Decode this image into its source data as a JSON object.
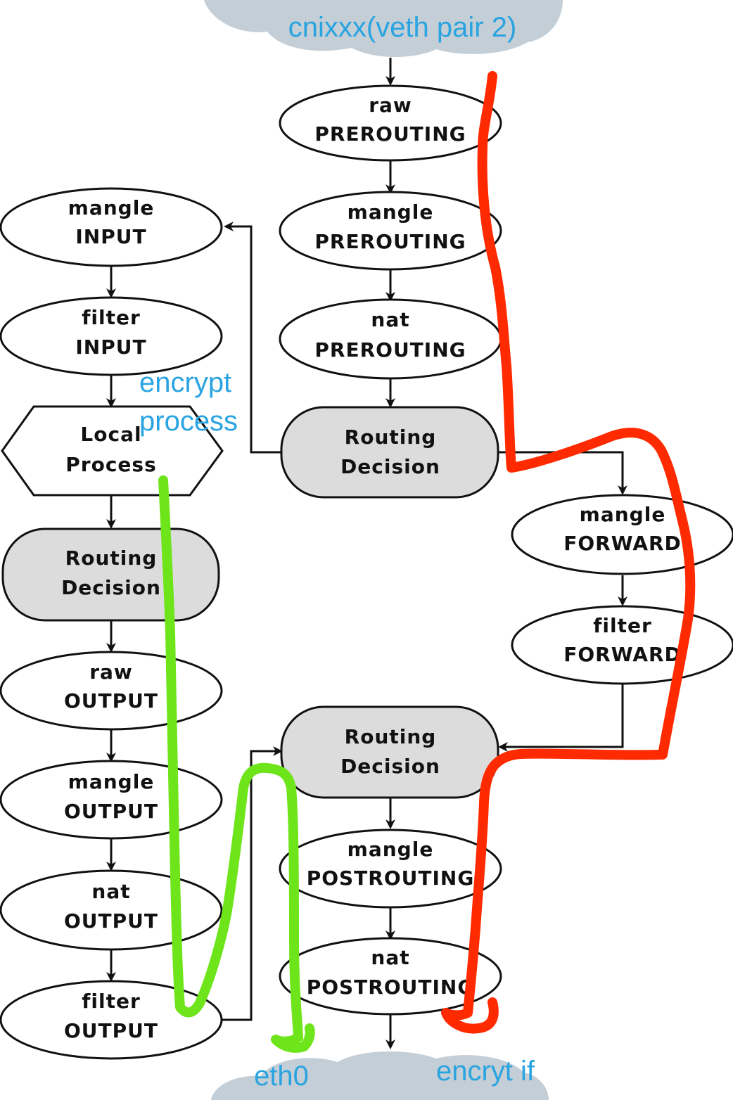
{
  "clouds": {
    "top": "cnixxx(veth pair 2)",
    "bottom_left": "eth0",
    "bottom_right": "encryt if"
  },
  "annotations": {
    "encrypt_process_line1": "encrypt",
    "encrypt_process_line2": "process"
  },
  "nodes": {
    "raw_prerouting": {
      "table": "raw",
      "chain": "PREROUTING"
    },
    "mangle_prerouting": {
      "table": "mangle",
      "chain": "PREROUTING"
    },
    "nat_prerouting": {
      "table": "nat",
      "chain": "PREROUTING"
    },
    "routing_decision_1": {
      "line1": "Routing",
      "line2": "Decision"
    },
    "mangle_input": {
      "table": "mangle",
      "chain": "INPUT"
    },
    "filter_input": {
      "table": "filter",
      "chain": "INPUT"
    },
    "local_process": {
      "line1": "Local",
      "line2": "Process"
    },
    "routing_decision_2": {
      "line1": "Routing",
      "line2": "Decision"
    },
    "raw_output": {
      "table": "raw",
      "chain": "OUTPUT"
    },
    "mangle_output": {
      "table": "mangle",
      "chain": "OUTPUT"
    },
    "nat_output": {
      "table": "nat",
      "chain": "OUTPUT"
    },
    "filter_output": {
      "table": "filter",
      "chain": "OUTPUT"
    },
    "mangle_forward": {
      "table": "mangle",
      "chain": "FORWARD"
    },
    "filter_forward": {
      "table": "filter",
      "chain": "FORWARD"
    },
    "routing_decision_3": {
      "line1": "Routing",
      "line2": "Decision"
    },
    "mangle_postrouting": {
      "table": "mangle",
      "chain": "POSTROUTING"
    },
    "nat_postrouting": {
      "table": "nat",
      "chain": "POSTROUTING"
    }
  },
  "colors": {
    "cloud": "#c3ced6",
    "routing_fill": "#dcdcdc",
    "outline": "#111111",
    "annotation_text": "#2aa4e0",
    "red_path": "#ff2a00",
    "green_path": "#6ee51a"
  }
}
